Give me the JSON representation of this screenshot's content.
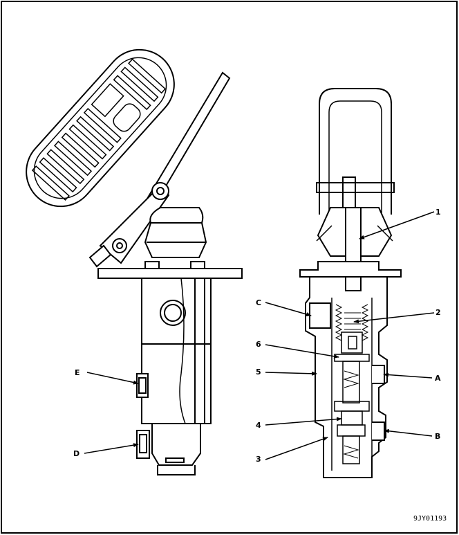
{
  "figure_id": "9JY01193",
  "callouts": {
    "c1": "1",
    "c2": "2",
    "c3": "3",
    "c4": "4",
    "c5": "5",
    "c6": "6",
    "cA": "A",
    "cB": "B",
    "cC": "C",
    "cD": "D",
    "cE": "E"
  },
  "colors": {
    "line": "#000000",
    "background": "#ffffff"
  }
}
